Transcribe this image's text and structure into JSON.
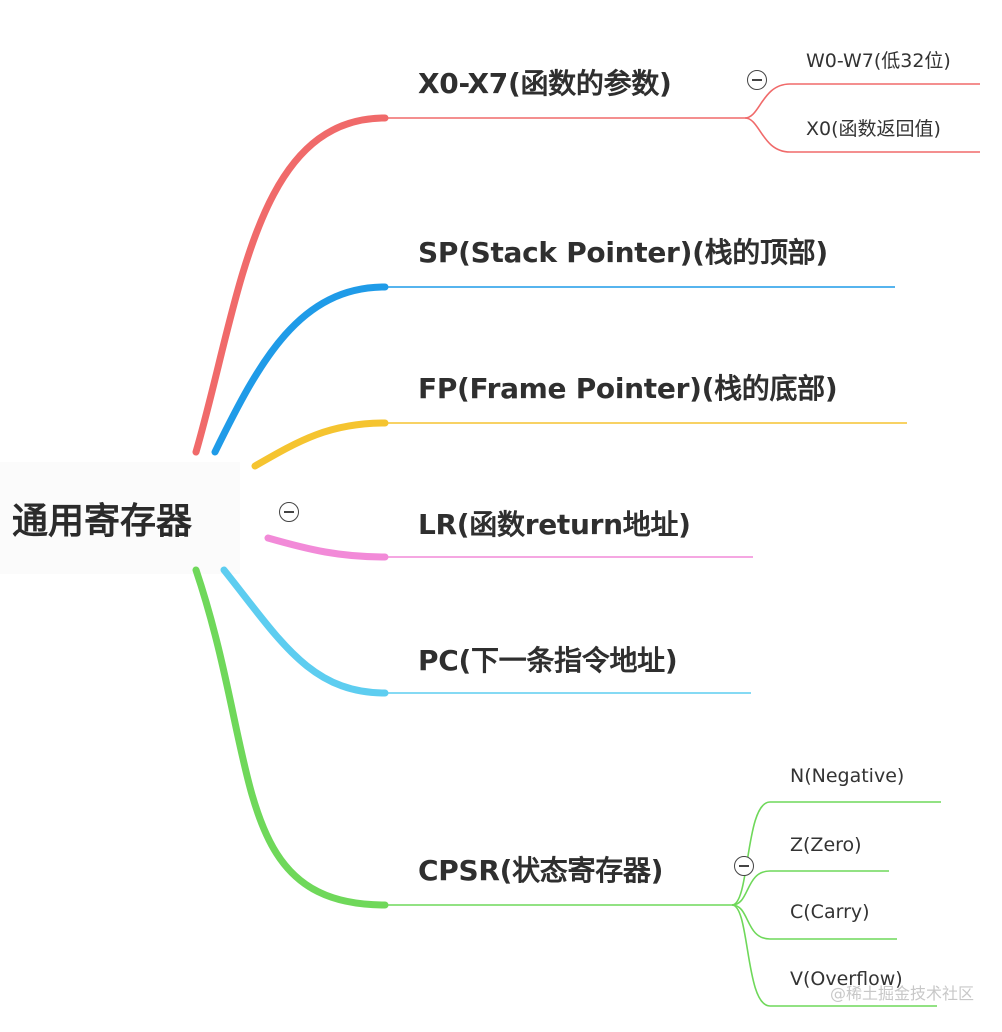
{
  "root": {
    "label": "通用寄存器"
  },
  "branches": [
    {
      "label": "X0-X7(函数的参数)",
      "color": "#f06a6a",
      "children": [
        {
          "label": "W0-W7(低32位)"
        },
        {
          "label": "X0(函数返回值)"
        }
      ]
    },
    {
      "label": "SP(Stack Pointer)(栈的顶部)",
      "color": "#1f9be8",
      "children": []
    },
    {
      "label": "FP(Frame Pointer)(栈的底部)",
      "color": "#f5c430",
      "children": []
    },
    {
      "label": "LR(函数return地址)",
      "color": "#f28ad8",
      "children": []
    },
    {
      "label": "PC(下一条指令地址)",
      "color": "#5dcdf0",
      "children": []
    },
    {
      "label": "CPSR(状态寄存器)",
      "color": "#6fd85a",
      "children": [
        {
          "label": "N(Negative)"
        },
        {
          "label": "Z(Zero)"
        },
        {
          "label": "C(Carry)"
        },
        {
          "label": "V(Overflow)"
        }
      ]
    }
  ],
  "icons": {
    "collapse": "minus-circle-icon"
  },
  "watermark": "@稀土掘金技术社区"
}
